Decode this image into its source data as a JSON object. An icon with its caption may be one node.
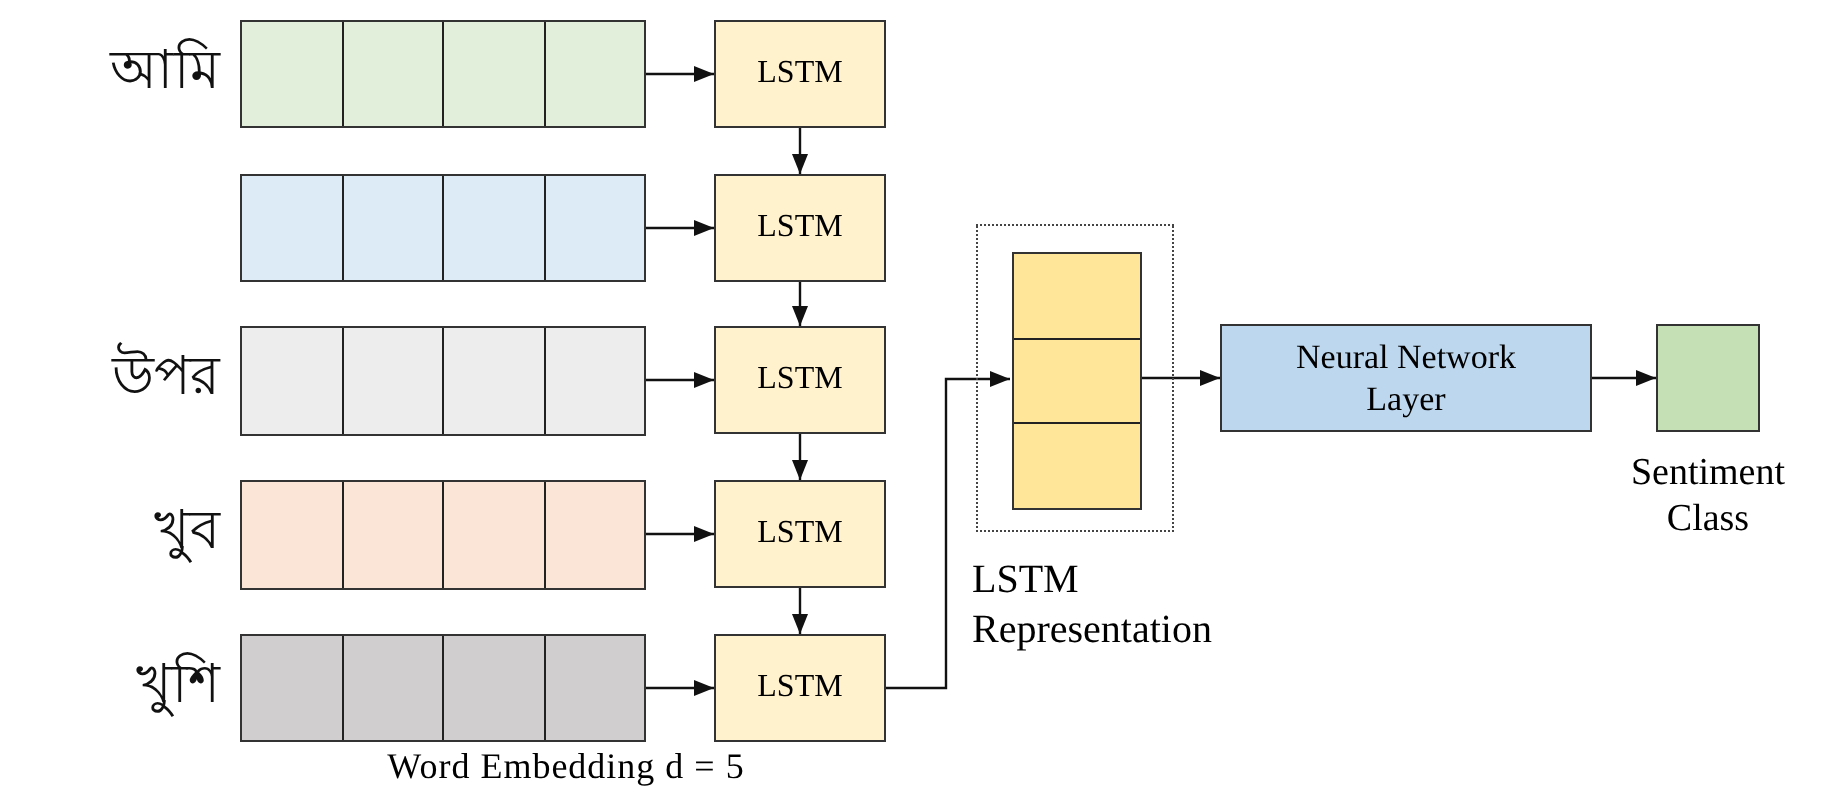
{
  "diagram": {
    "nodes": [
      {
        "text": [
          "আমি"
        ]
      },
      {
        "text": [],
        "shape": "bar"
      },
      {
        "text": [
          "উপর"
        ]
      },
      {
        "text": [
          "খুব"
        ]
      },
      {
        "text": [
          "খুশি"
        ]
      },
      {
        "text": [
          "LSTM"
        ]
      },
      {
        "text": [
          "LSTM"
        ]
      },
      {
        "text": [
          "LSTM"
        ]
      },
      {
        "text": [
          "LSTM"
        ]
      },
      {
        "text": [
          "LSTM"
        ]
      },
      {
        "text": [
          "LSTM Representation"
        ]
      },
      {
        "text": [],
        "shape": "bar",
        "in": 10
      },
      {
        "text": [
          "Neural Network Layer"
        ]
      },
      {
        "text": [
          "Sentiment Class"
        ]
      }
    ],
    "edges": [
      {
        "from": 0,
        "to": 5,
        "arrow": "to"
      },
      {
        "from": 1,
        "to": 6,
        "arrow": "to"
      },
      {
        "from": 2,
        "to": 7,
        "arrow": "to"
      },
      {
        "from": 3,
        "to": 8,
        "arrow": "to"
      },
      {
        "from": 4,
        "to": 9,
        "arrow": "to"
      },
      {
        "from": 5,
        "to": 6,
        "arrow": "to"
      },
      {
        "from": 6,
        "to": 7,
        "arrow": "to"
      },
      {
        "from": 7,
        "to": 8,
        "arrow": "to"
      },
      {
        "from": 8,
        "to": 9,
        "arrow": "to"
      },
      {
        "from": 9,
        "to": 11,
        "arrow": "to"
      },
      {
        "from": 11,
        "to": 12,
        "arrow": "to"
      },
      {
        "from": 12,
        "to": 13,
        "arrow": "to"
      }
    ],
    "labels": [
      "Word Embedding d = 5"
    ]
  }
}
